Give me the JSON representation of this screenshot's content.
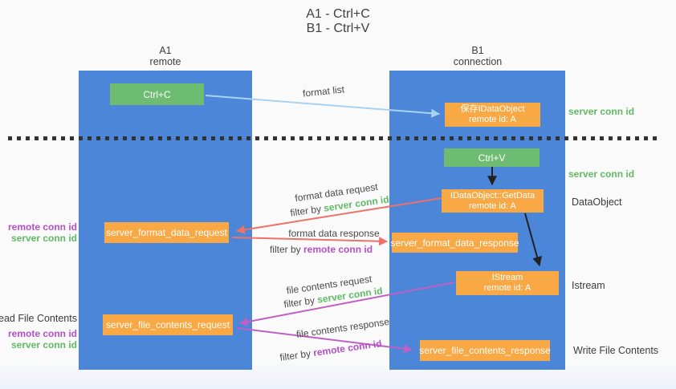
{
  "title": {
    "line1": "A1 - Ctrl+C",
    "line2": "B1 - Ctrl+V"
  },
  "lanes": {
    "a1": {
      "title": "A1",
      "subtitle": "remote"
    },
    "b1": {
      "title": "B1",
      "subtitle": "connection"
    }
  },
  "nodes": {
    "ctrl_c": {
      "label": "Ctrl+C"
    },
    "ctrl_v": {
      "label": "Ctrl+V"
    },
    "save_idataobject": {
      "line1": "保存IDataObject",
      "line2": "remote id: A"
    },
    "idataobject_getdata": {
      "line1": "IDataObject::GetData",
      "line2": "remote id: A"
    },
    "istream": {
      "line1": "IStream",
      "line2": "remote id: A"
    },
    "server_format_data_request": {
      "label": "server_format_data_request"
    },
    "server_format_data_response": {
      "label": "server_format_data_response"
    },
    "server_file_contents_request": {
      "label": "server_file_contents_request"
    },
    "server_file_contents_response": {
      "label": "server_file_contents_response"
    }
  },
  "edge_labels": {
    "format_list": "format list",
    "format_data_request": "format data request",
    "format_data_response": "format data response",
    "file_contents_request": "file contents request",
    "file_contents_response": "file contents response",
    "filter_by": "filter by",
    "server_conn_id": "server conn id",
    "remote_conn_id": "remote conn id"
  },
  "side_labels": {
    "left": {
      "remote_conn_id_1": "remote conn id",
      "server_conn_id_1": "server conn id",
      "read_file_contents": "Read File Contents",
      "remote_conn_id_2": "remote conn id",
      "server_conn_id_2": "server conn id"
    },
    "right": {
      "server_conn_id_1": "server conn id",
      "server_conn_id_2": "server conn id",
      "dataobject": "DataObject",
      "istream": "Istream",
      "write_file_contents": "Write File Contents"
    }
  },
  "colors": {
    "lane_blue": "#4c86d8",
    "node_green": "#6dbc72",
    "node_orange": "#f8a844",
    "text_green": "#5fba63",
    "text_purple": "#b44fc8",
    "arrow_red": "#ee7268",
    "arrow_magenta": "#c05fc4",
    "arrow_light_blue": "#a9d2f2",
    "arrow_black": "#222222",
    "divider_dark": "#333333"
  }
}
